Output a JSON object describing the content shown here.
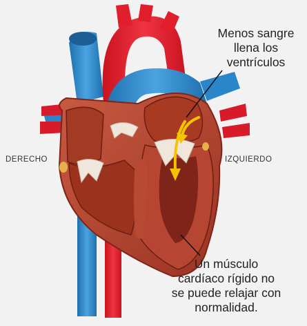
{
  "labels": {
    "right_side": "DERECHO",
    "left_side": "IZQUIERDO"
  },
  "annotations": {
    "top": {
      "lines": [
        "Menos sangre",
        "llena los",
        "ventrículos"
      ]
    },
    "bottom": {
      "lines": [
        "Un músculo",
        "cardíaco rígido no",
        "se puede relajar con",
        "normalidad."
      ]
    }
  },
  "colors": {
    "background": "#f2f2f2",
    "aorta_red": "#e8202f",
    "vein_blue": "#2f8fd0",
    "muscle": "#b8402f",
    "muscle_dark": "#7e2418",
    "chamber_inner": "#a0331f",
    "valve_white": "#efe7dc",
    "flow_arrow": "#f5c400"
  }
}
